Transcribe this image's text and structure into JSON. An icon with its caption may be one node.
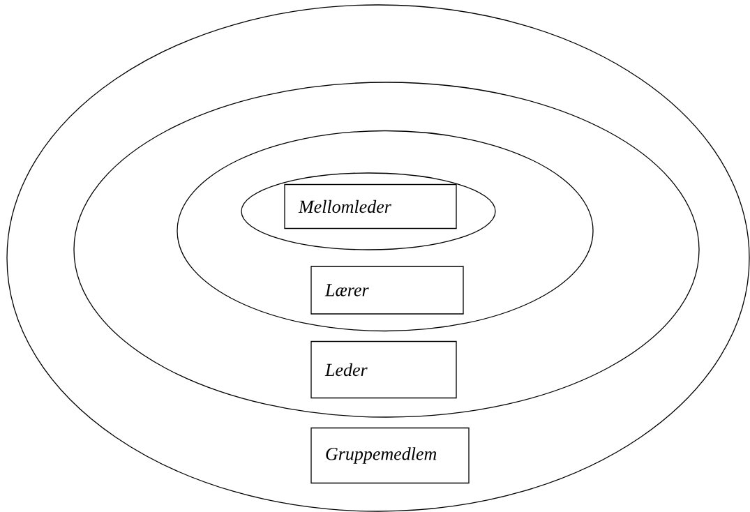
{
  "diagram": {
    "nodes": [
      {
        "text": [],
        "shape": "ellipse"
      },
      {
        "text": [],
        "shape": "ellipse",
        "in": 0
      },
      {
        "text": [],
        "shape": "ellipse",
        "in": 1
      },
      {
        "text": [],
        "shape": "ellipse",
        "in": 2
      },
      {
        "text": [
          "Mellomleder"
        ],
        "in": 3
      },
      {
        "text": [
          "Lærer"
        ],
        "in": 2
      },
      {
        "text": [
          "Leder"
        ],
        "in": 1
      },
      {
        "text": [
          "Gruppemedlem"
        ],
        "in": 0
      }
    ]
  }
}
